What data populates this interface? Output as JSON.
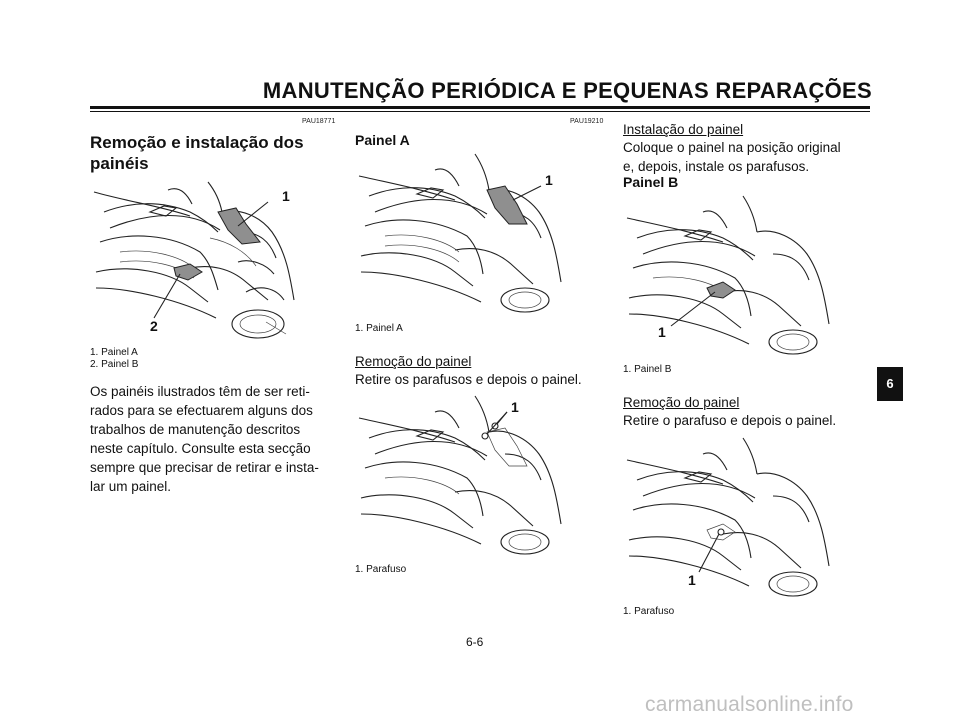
{
  "header": {
    "title": "MANUTENÇÃO PERIÓDICA E PEQUENAS REPARAÇÕES"
  },
  "col1": {
    "code": "PAU18771",
    "heading_line1": "Remoção e instalação dos",
    "heading_line2": "painéis",
    "fig_callout_1": "1",
    "fig_callout_2": "2",
    "caption_1": "1. Painel A",
    "caption_2": "2. Painel B",
    "body": [
      "Os painéis ilustrados têm de ser reti-",
      "rados para se efectuarem alguns dos",
      "trabalhos de manutenção descritos",
      "neste capítulo. Consulte esta secção",
      "sempre que precisar de retirar e insta-",
      "lar um painel."
    ]
  },
  "col2": {
    "code": "PAU19210",
    "heading": "Painel A",
    "fig1_callout": "1",
    "fig1_caption": "1. Painel A",
    "subheading": "Remoção do painel",
    "body": "Retire os parafusos e depois o painel.",
    "fig2_callout": "1",
    "fig2_caption": "1. Parafuso"
  },
  "col3": {
    "subheading_install": "Instalação do painel",
    "install_body": [
      "Coloque o painel na posição original",
      "e, depois, instale os parafusos."
    ],
    "heading_b": "Painel B",
    "fig1_callout": "1",
    "fig1_caption": "1. Painel B",
    "subheading_remove": "Remoção do painel",
    "remove_body": "Retire o parafuso e depois o painel.",
    "fig2_callout": "1",
    "fig2_caption": "1. Parafuso"
  },
  "tab": {
    "label": "6"
  },
  "footer": {
    "page_number": "6-6"
  },
  "watermark": "carmanualsonline.info"
}
